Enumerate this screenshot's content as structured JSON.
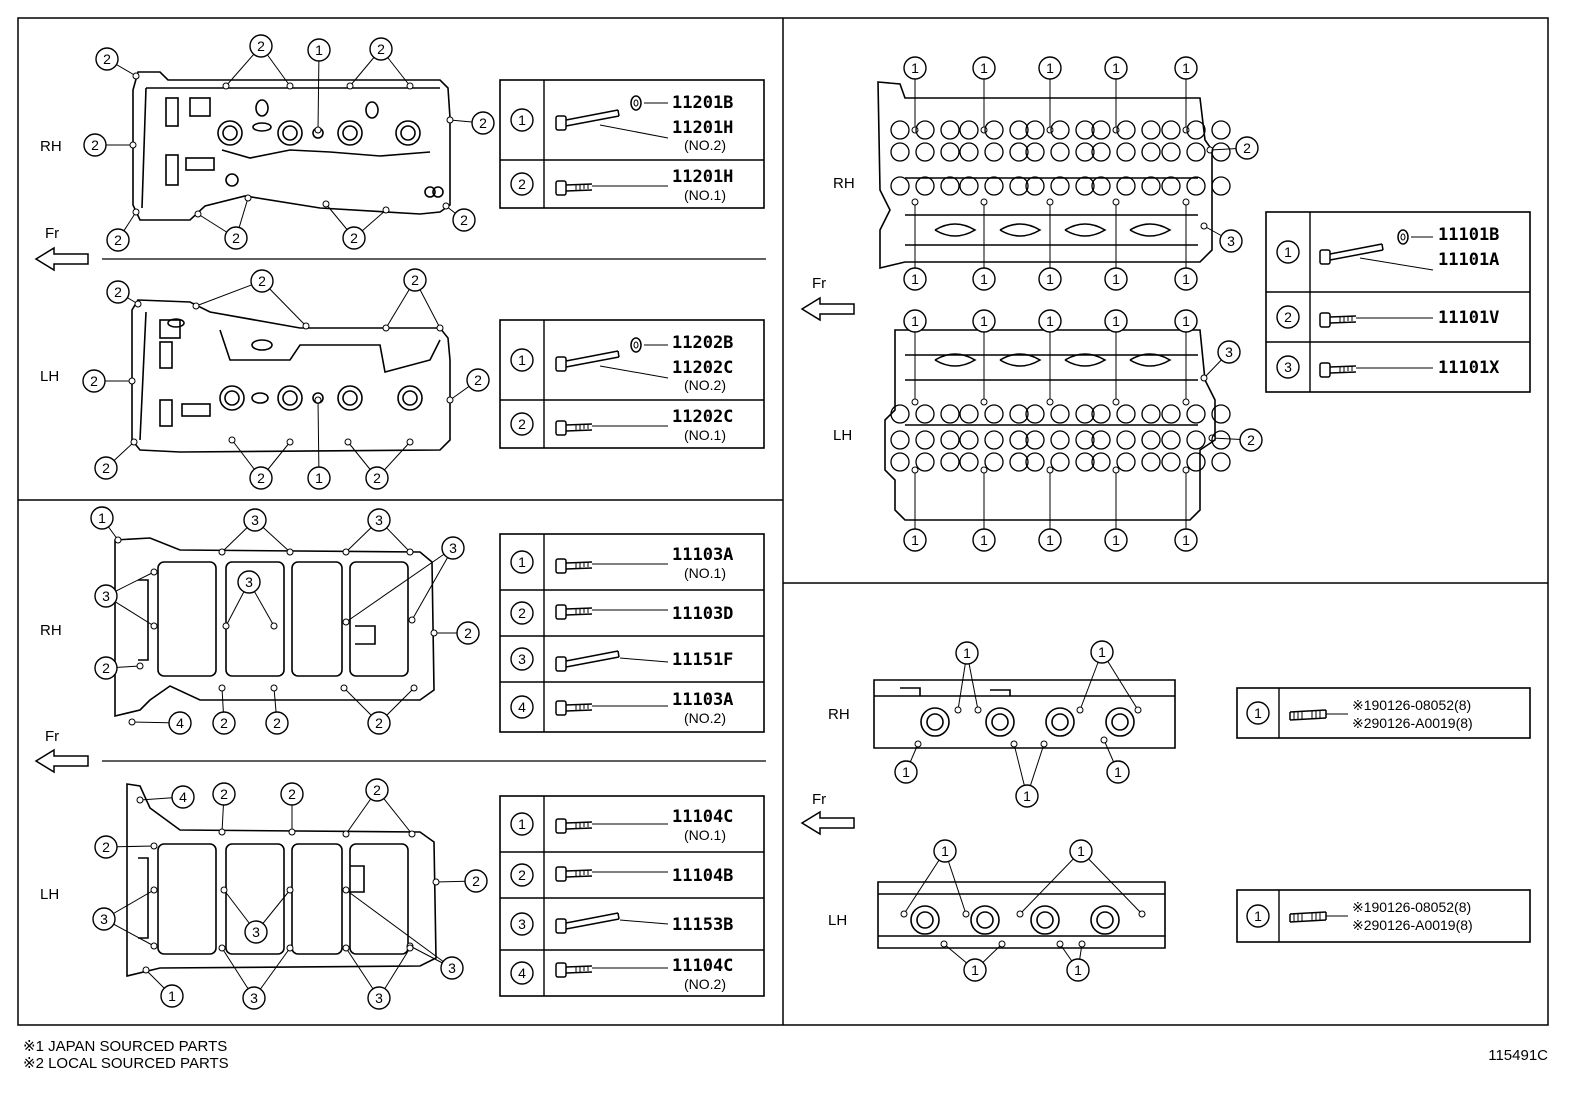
{
  "labels": {
    "rh": "RH",
    "lh": "LH",
    "fr": "Fr"
  },
  "callouts": [
    "1",
    "2",
    "3",
    "4"
  ],
  "panels": {
    "cover_rh": {
      "rows": [
        {
          "num": "1",
          "parts": [
            "11201B",
            "11201H"
          ],
          "sub": "(NO.2)"
        },
        {
          "num": "2",
          "parts": [
            "11201H"
          ],
          "sub": "(NO.1)"
        }
      ]
    },
    "cover_lh": {
      "rows": [
        {
          "num": "1",
          "parts": [
            "11202B",
            "11202C"
          ],
          "sub": "(NO.2)"
        },
        {
          "num": "2",
          "parts": [
            "11202C"
          ],
          "sub": "(NO.1)"
        }
      ]
    },
    "head_bolts": {
      "rows": [
        {
          "num": "1",
          "parts": [
            "11101B",
            "11101A"
          ],
          "sub": ""
        },
        {
          "num": "2",
          "parts": [
            "11101V"
          ],
          "sub": ""
        },
        {
          "num": "3",
          "parts": [
            "11101X"
          ],
          "sub": ""
        }
      ]
    },
    "cam_rh": {
      "rows": [
        {
          "num": "1",
          "parts": [
            "11103A"
          ],
          "sub": "(NO.1)"
        },
        {
          "num": "2",
          "parts": [
            "11103D"
          ],
          "sub": ""
        },
        {
          "num": "3",
          "parts": [
            "11151F"
          ],
          "sub": ""
        },
        {
          "num": "4",
          "parts": [
            "11103A"
          ],
          "sub": "(NO.2)"
        }
      ]
    },
    "cam_lh": {
      "rows": [
        {
          "num": "1",
          "parts": [
            "11104C"
          ],
          "sub": "(NO.1)"
        },
        {
          "num": "2",
          "parts": [
            "11104B"
          ],
          "sub": ""
        },
        {
          "num": "3",
          "parts": [
            "11153B"
          ],
          "sub": ""
        },
        {
          "num": "4",
          "parts": [
            "11104C"
          ],
          "sub": "(NO.2)"
        }
      ]
    },
    "stud_rh": {
      "rows": [
        {
          "num": "1",
          "parts": [
            "※190126-08052(8)",
            "※290126-A0019(8)"
          ],
          "sub": ""
        }
      ]
    },
    "stud_lh": {
      "rows": [
        {
          "num": "1",
          "parts": [
            "※190126-08052(8)",
            "※290126-A0019(8)"
          ],
          "sub": ""
        }
      ]
    }
  },
  "notes": [
    "※1 JAPAN SOURCED PARTS",
    "※2 LOCAL SOURCED PARTS"
  ],
  "diagram_code": "115491C"
}
